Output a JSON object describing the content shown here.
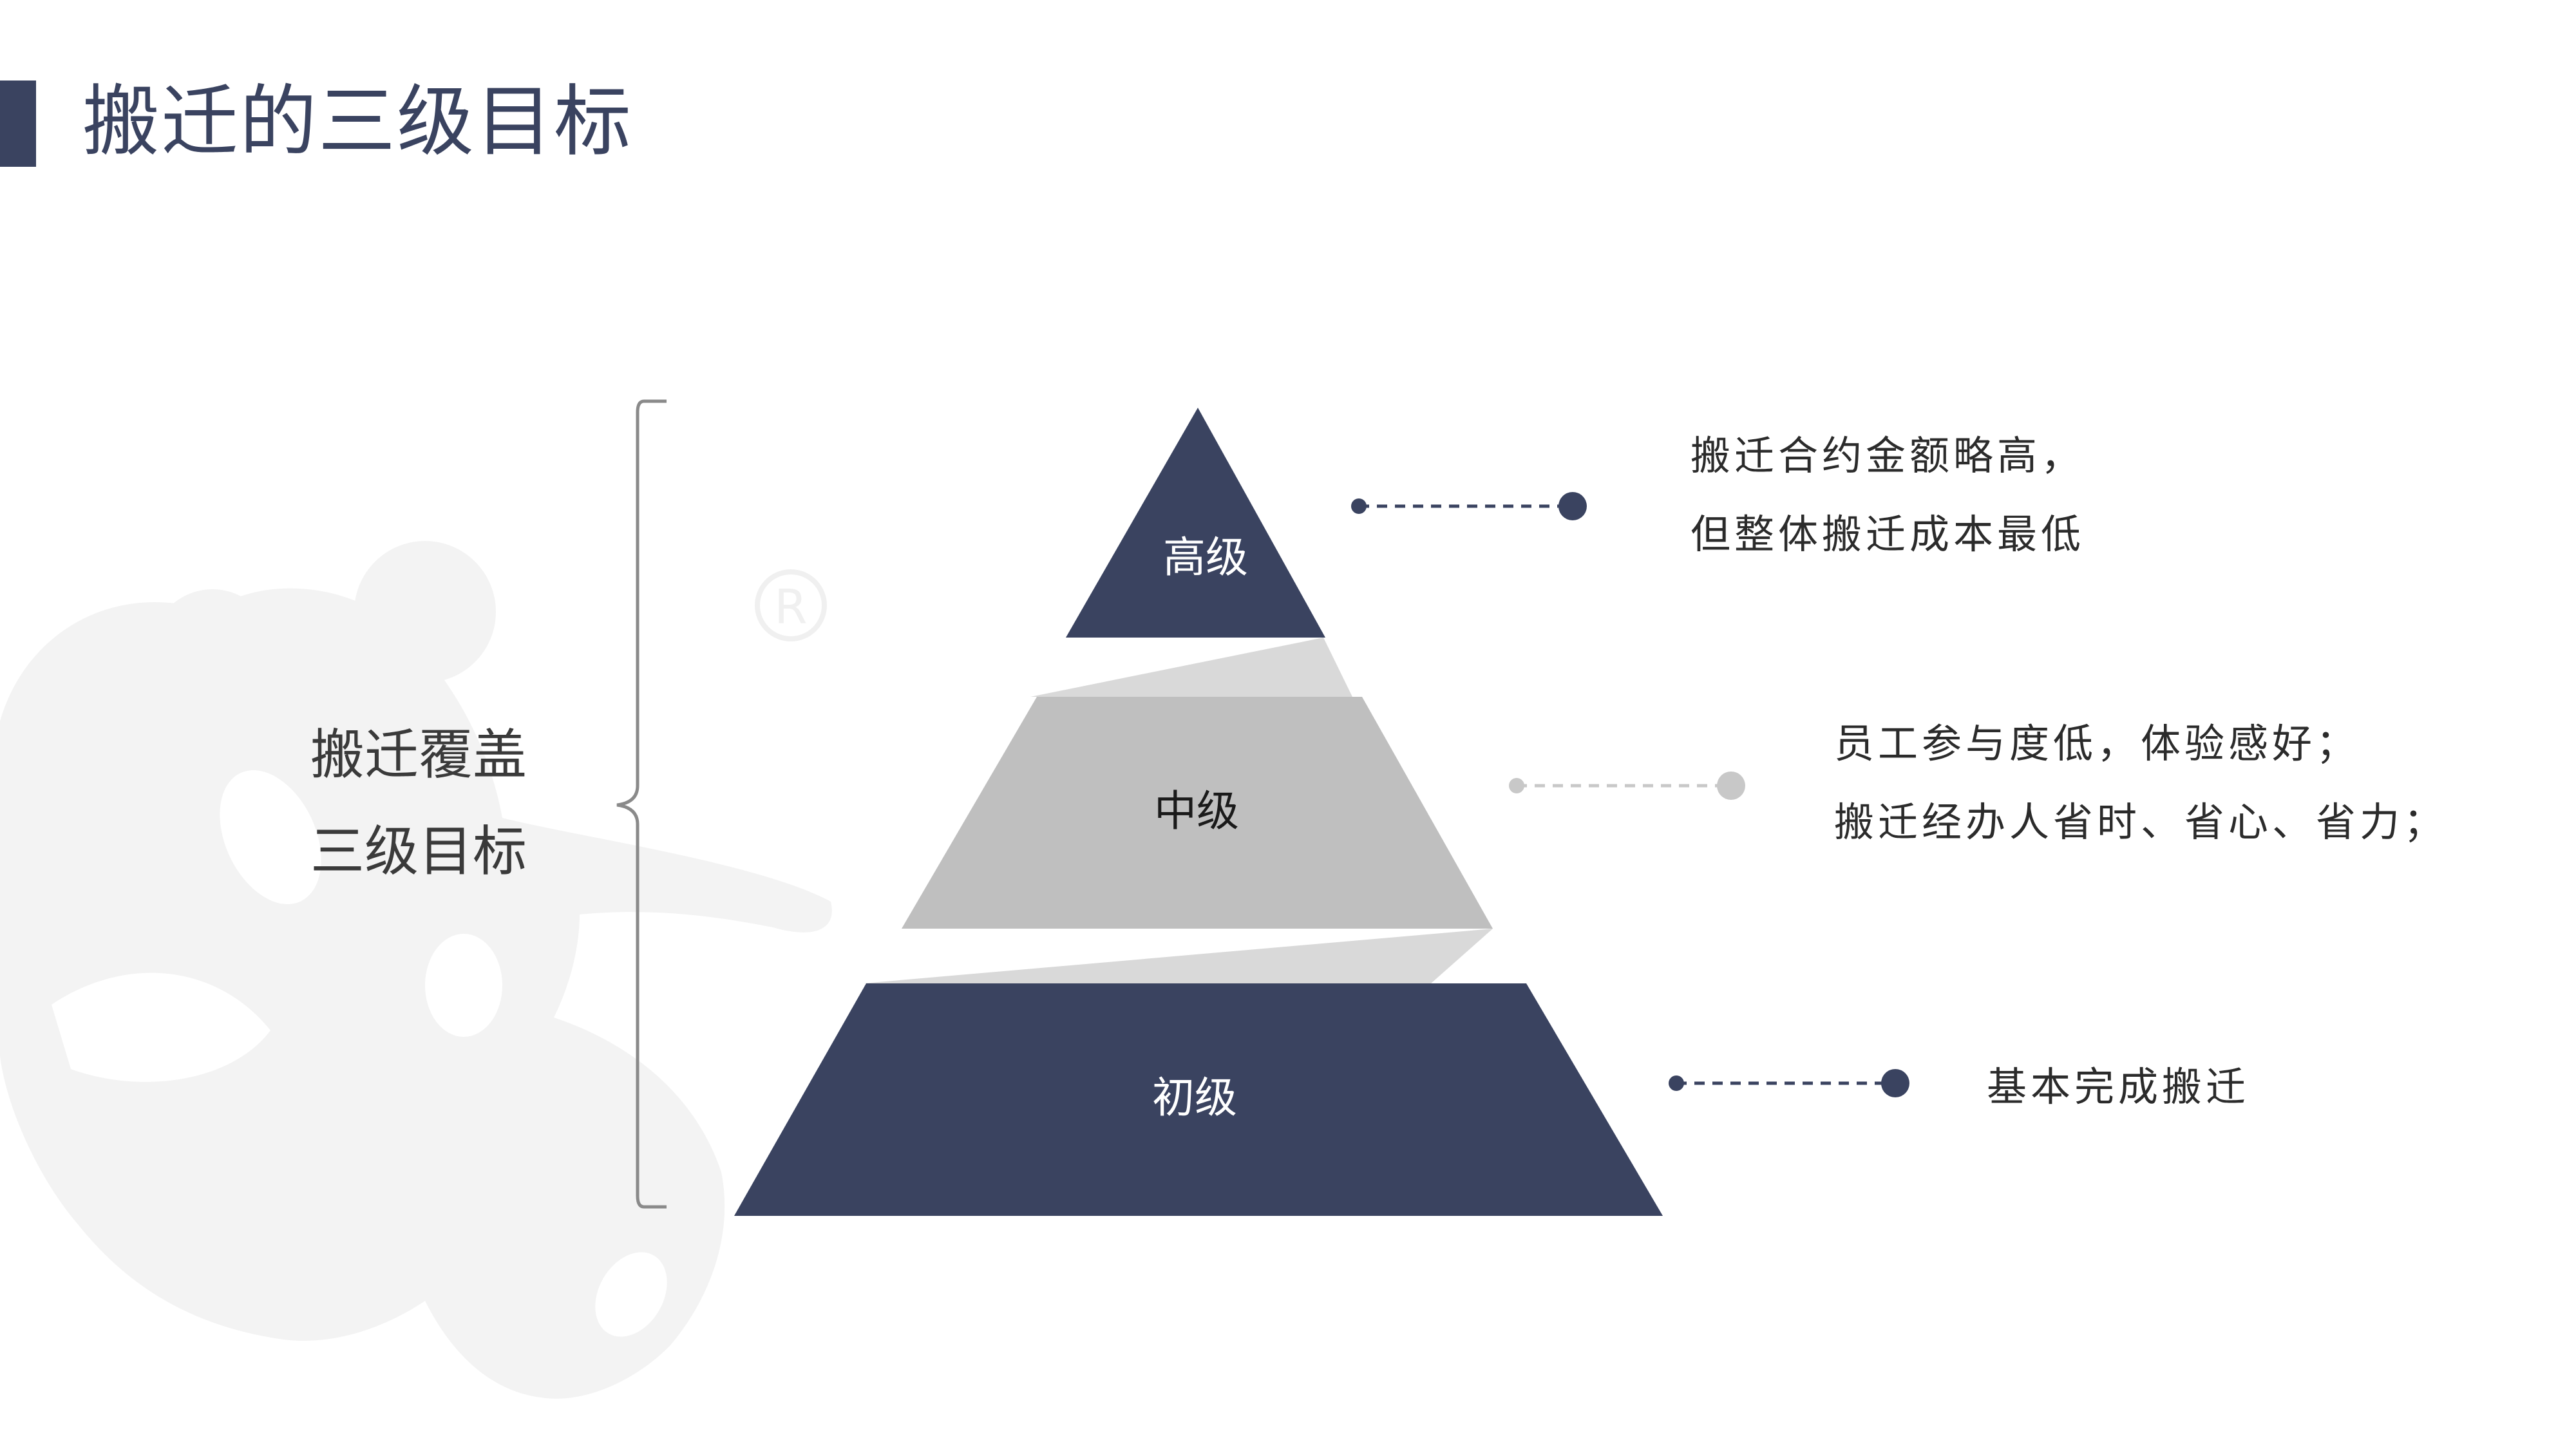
{
  "title": "搬迁的三级目标",
  "side_label": {
    "line1": "搬迁覆盖",
    "line2": "三级目标"
  },
  "levels": [
    {
      "name": "高级",
      "description": [
        "搬迁合约金额略高，",
        "但整体搬迁成本最低"
      ]
    },
    {
      "name": "中级",
      "description": [
        "员工参与度低，体验感好；",
        "搬迁经办人省时、省心、省力；"
      ]
    },
    {
      "name": "初级",
      "description": [
        "基本完成搬迁"
      ]
    }
  ],
  "colors": {
    "primary": "#3a4360",
    "gray": "#bfbfbf",
    "light_gray": "#d9d9d9",
    "connector_gray": "#c8c8c8",
    "title_text": "#3a4360",
    "watermark": "#f2f2f2"
  }
}
